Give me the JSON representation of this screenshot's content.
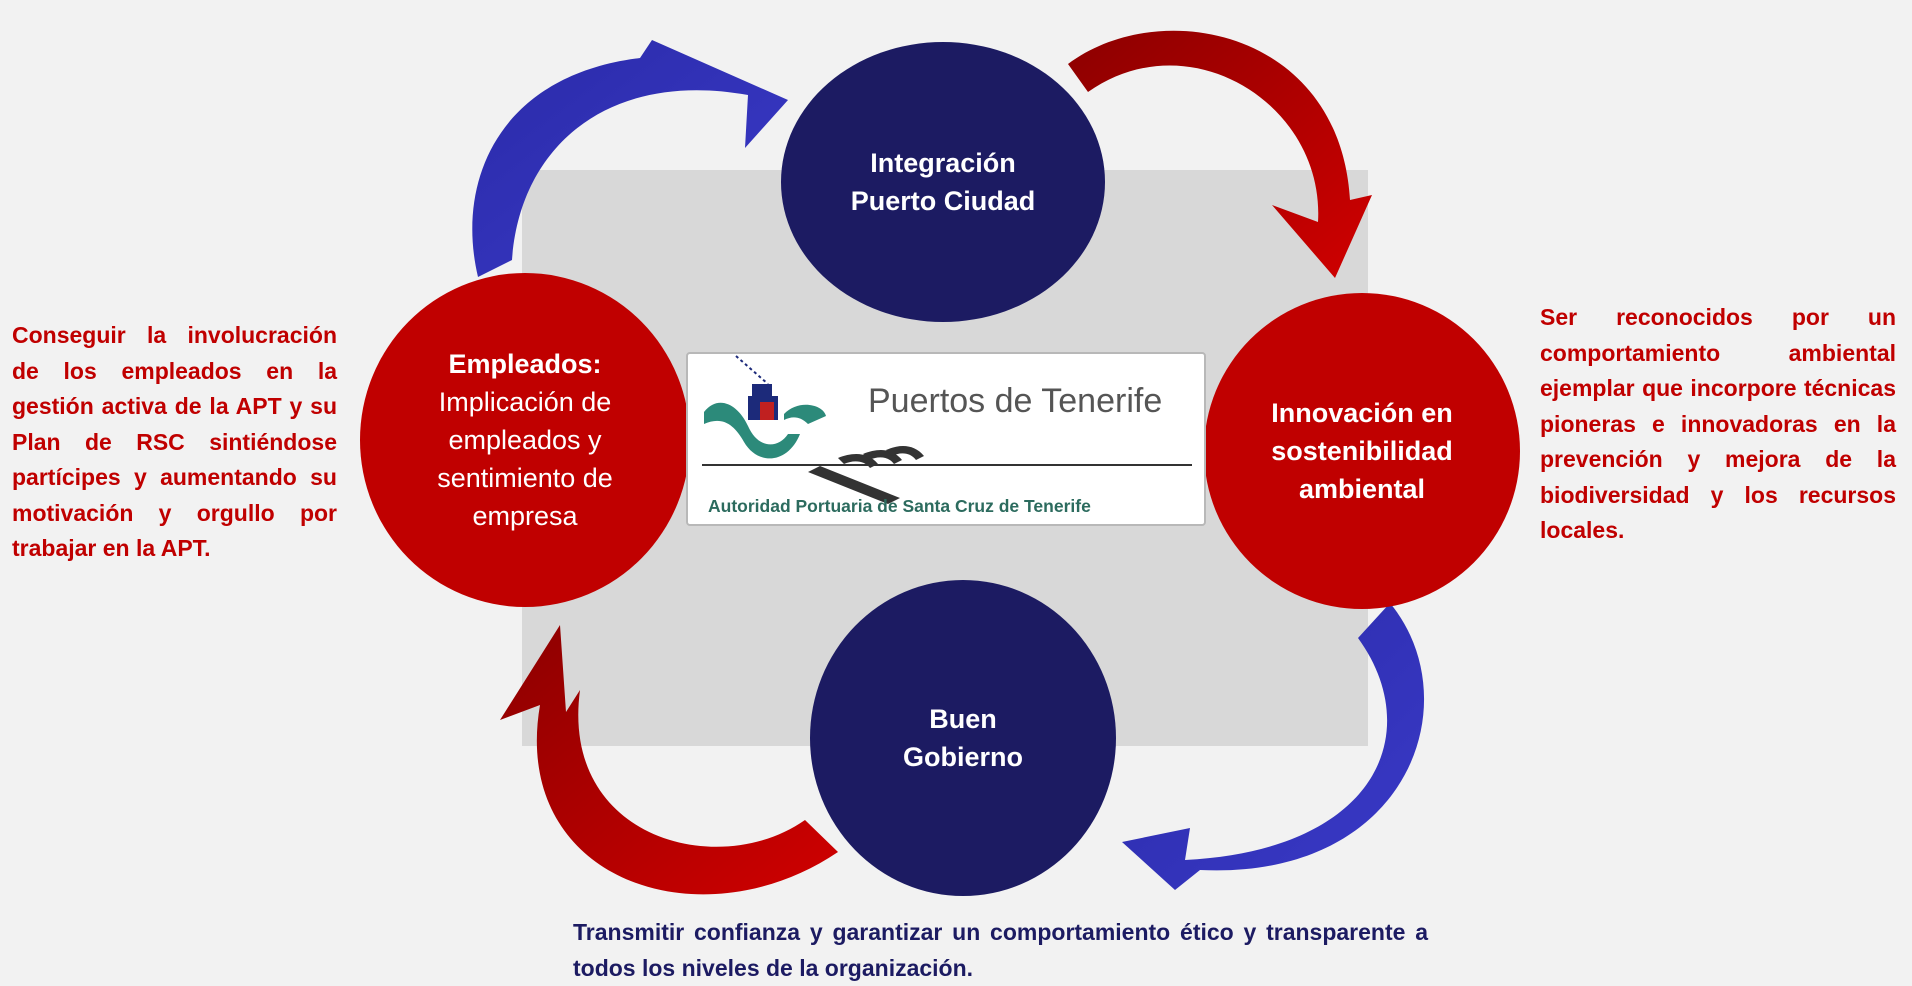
{
  "circles": {
    "top": {
      "title": "Integración Puerto Ciudad"
    },
    "left": {
      "title": "Empleados:",
      "subtitle": "Implicación de empleados y sentimiento de empresa"
    },
    "right": {
      "title": "Innovación en sostenibilidad ambiental"
    },
    "bottom": {
      "title": "Buen Gobierno"
    }
  },
  "logo": {
    "name": "Puertos de Tenerife",
    "subtitle": "Autoridad Portuaria de Santa Cruz de Tenerife"
  },
  "descriptions": {
    "left": "Conseguir la involucración de los empleados en la gestión activa de la APT y su Plan de RSC sintiéndose partícipes y aumentando su motivación y orgullo por trabajar en la APT.",
    "right": "Ser reconocidos por un comportamiento ambiental ejemplar que incorpore técnicas pioneras e innovadoras en la prevención y mejora de la biodiversidad y los recursos locales.",
    "bottom": "Transmitir confianza  y garantizar un comportamiento ético y transparente a todos los niveles de la organización."
  },
  "colors": {
    "navy": "#1c1b62",
    "red": "#c00000",
    "arrow_blue": "#3333bb",
    "arrow_red": "#b80000"
  }
}
